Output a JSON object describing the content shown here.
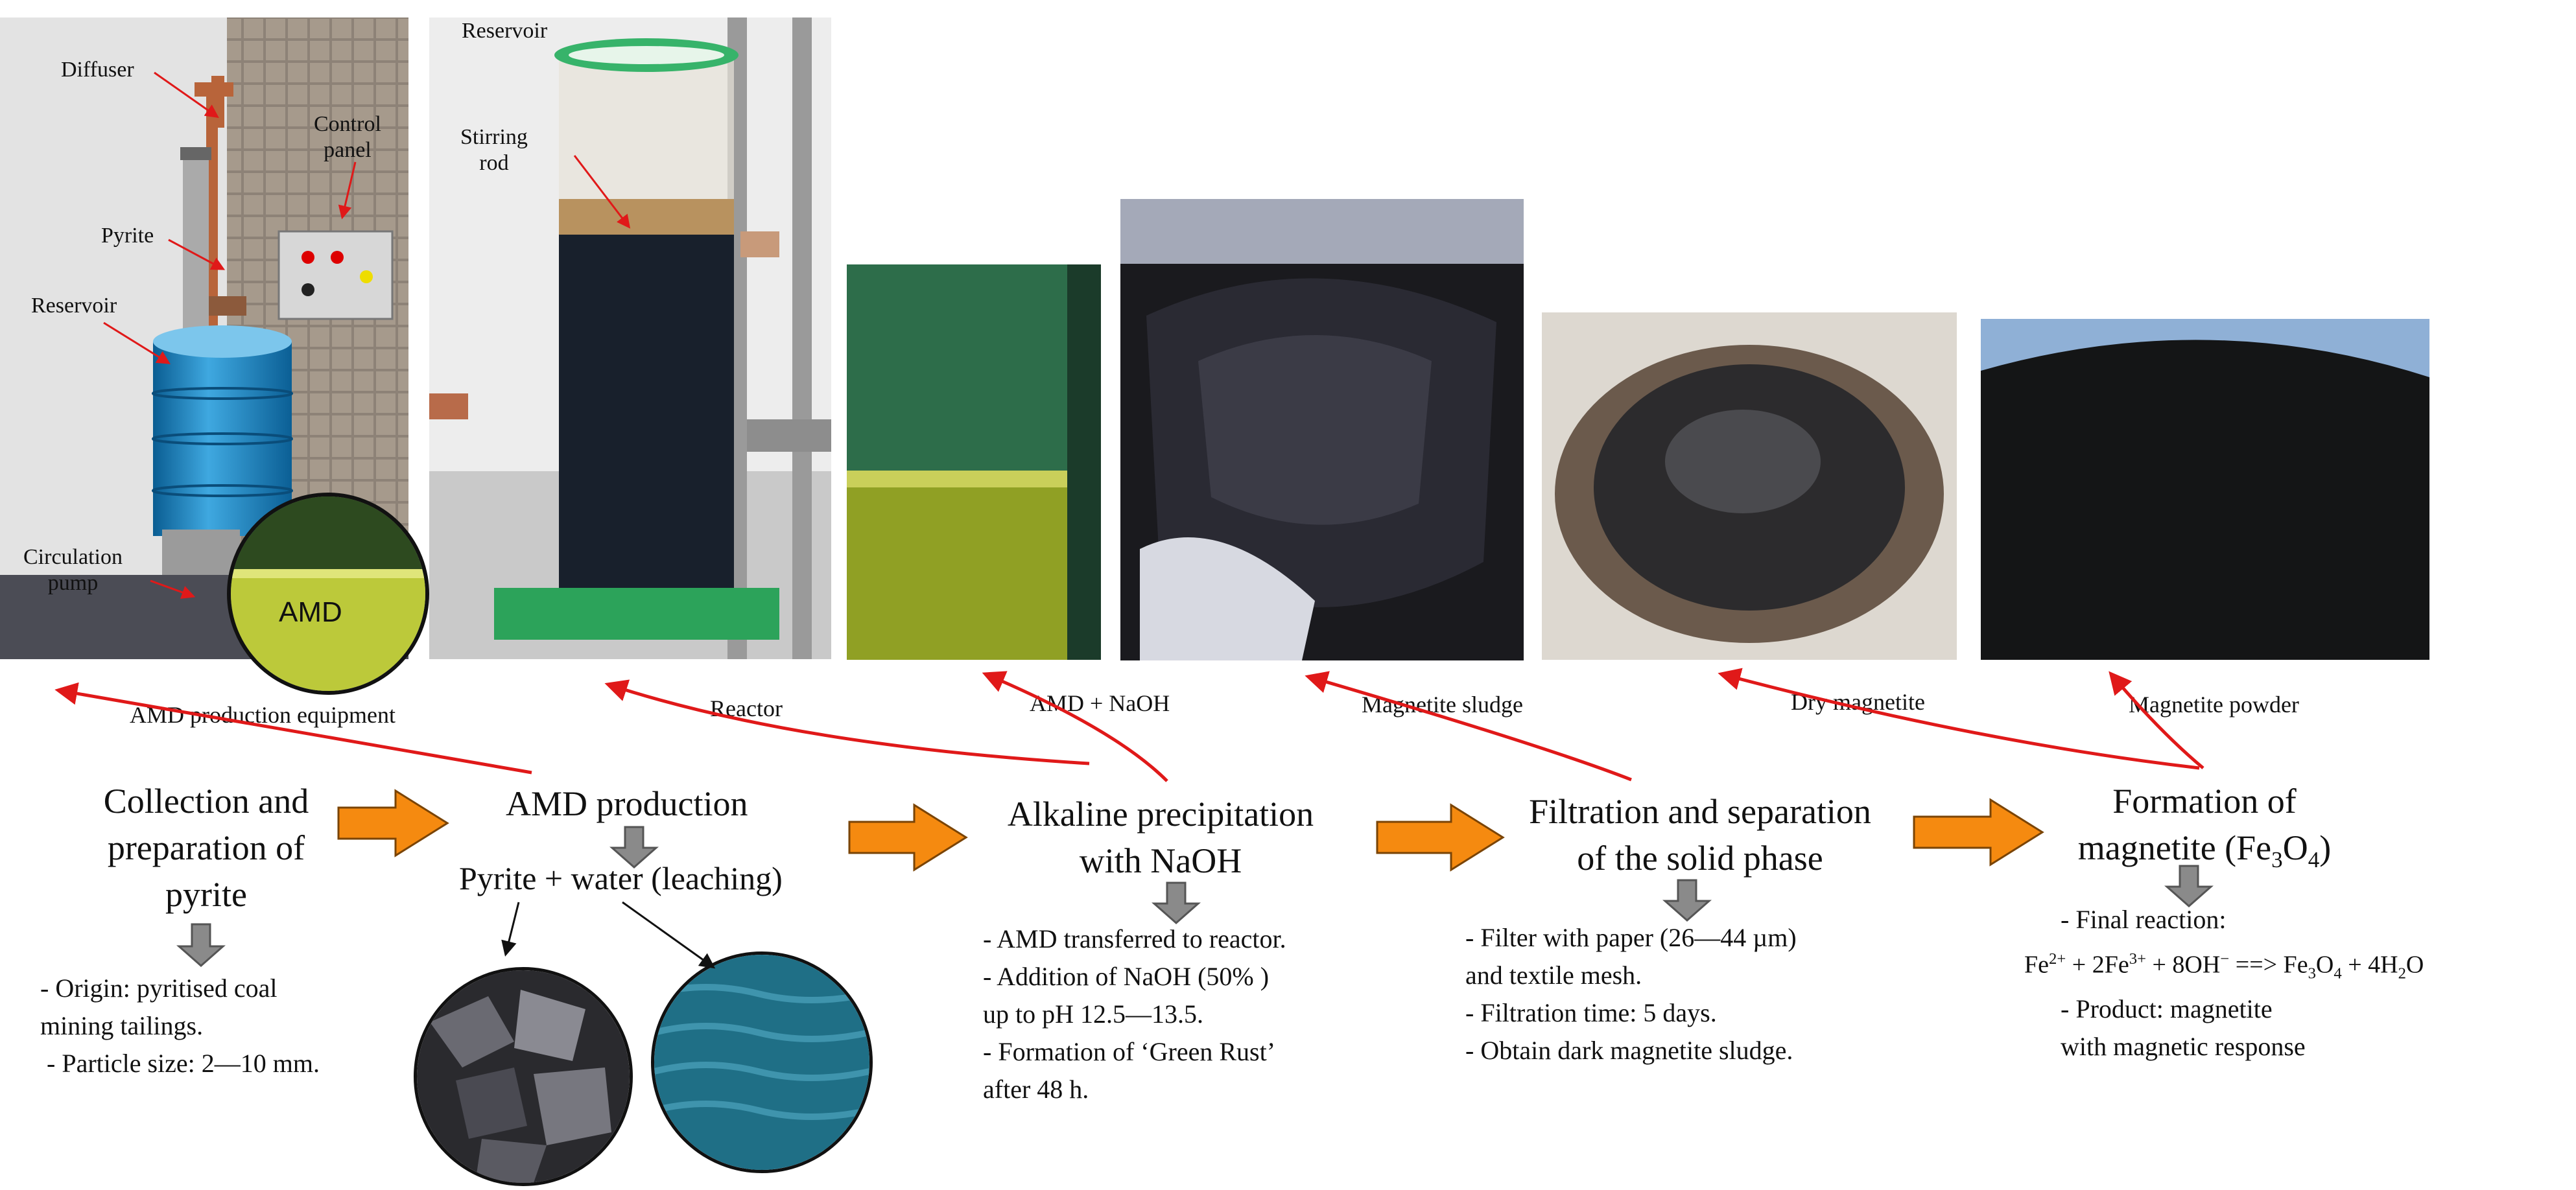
{
  "callouts": {
    "diffuser": "Diffuser",
    "control_panel_line1": "Control",
    "control_panel_line2": "panel",
    "pyrite": "Pyrite",
    "reservoir_left": "Reservoir",
    "circulation_pump_line1": "Circulation",
    "circulation_pump_line2": "pump",
    "reservoir_top": "Reservoir",
    "stirring_rod_line1": "Stirring",
    "stirring_rod_line2": "rod",
    "amd_inset": "AMD"
  },
  "captions": {
    "equipment": "AMD production equipment",
    "reactor": "Reactor",
    "amd_naoh": "AMD + NaOH",
    "sludge": "Magnetite sludge",
    "dry": "Dry magnetite",
    "powder": "Magnetite powder"
  },
  "steps": {
    "collection": {
      "line1": "Collection and",
      "line2": "preparation of",
      "line3": "pyrite",
      "details": [
        "- Origin: pyritised coal",
        "mining tailings.",
        " - Particle size: 2—10 mm."
      ]
    },
    "amd": {
      "title": "AMD production",
      "subtitle": "Pyrite + water (leaching)"
    },
    "alkaline": {
      "line1": "Alkaline precipitation",
      "line2": "with NaOH",
      "details": [
        "- AMD transferred to reactor.",
        "- Addition of NaOH (50% )",
        "up to pH 12.5—13.5.",
        "- Formation of ‘Green Rust’",
        "after 48 h."
      ]
    },
    "filtration": {
      "line1": "Filtration and separation",
      "line2": "of the solid phase",
      "details": [
        "- Filter with paper (26—44 µm)",
        "and textile mesh.",
        "- Filtration time: 5 days.",
        "- Obtain dark magnetite sludge."
      ]
    },
    "formation": {
      "line1": "Formation of",
      "line2_text": "magnetite (Fe",
      "line2_sub": "3",
      "line2_mid": "O",
      "line2_sub2": "4",
      "line2_end": ")",
      "detail1": "- Final reaction:",
      "detail2": "- Product: magnetite",
      "detail3": "with magnetic response"
    }
  },
  "reaction": {
    "fe": "Fe",
    "fe_charge": "2+",
    "plus1": " + 2Fe",
    "fe3_charge": "3+",
    "plus2": " + 8OH",
    "oh_charge": "−",
    "arrow": " ==> Fe",
    "sub3": "3",
    "o": "O",
    "sub4": "4",
    "end": " + 4H",
    "sub2": "2",
    "water_o": "O"
  },
  "colors": {
    "accent_arrow": "#f58a10",
    "callout_red": "#e01919",
    "down_arrow": "#8a8a8a"
  }
}
